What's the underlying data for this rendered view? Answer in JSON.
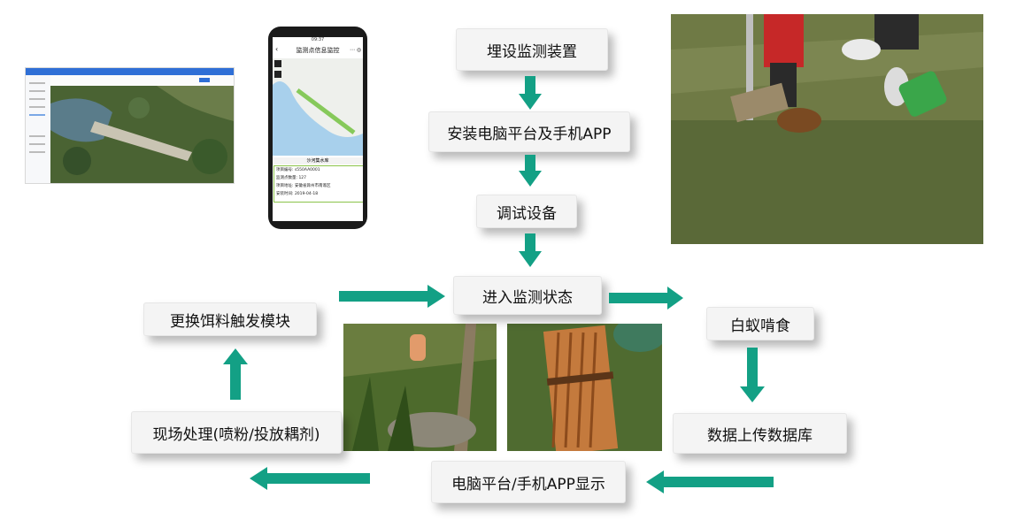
{
  "steps": {
    "bury": "埋设监测装置",
    "install": "安装电脑平台及手机APP",
    "debug": "调试设备",
    "monitor": "进入监测状态",
    "termite": "白蚁啃食",
    "upload": "数据上传数据库",
    "display": "电脑平台/手机APP显示",
    "onsite": "现场处理(喷粉/投放耦剂)",
    "replace": "更换饵料触发模块"
  },
  "phone": {
    "time": "09:37",
    "title": "监测点信息监控",
    "place": "沙河集水库",
    "fields": [
      "项目编号: s550AA0001",
      "监测点数量: 127",
      "项目地址: 安徽省滁州市南谯区",
      "安装时间: 2019-04-18"
    ]
  },
  "colors": {
    "arrow": "#13a085",
    "box_bg": "#f4f4f4"
  }
}
